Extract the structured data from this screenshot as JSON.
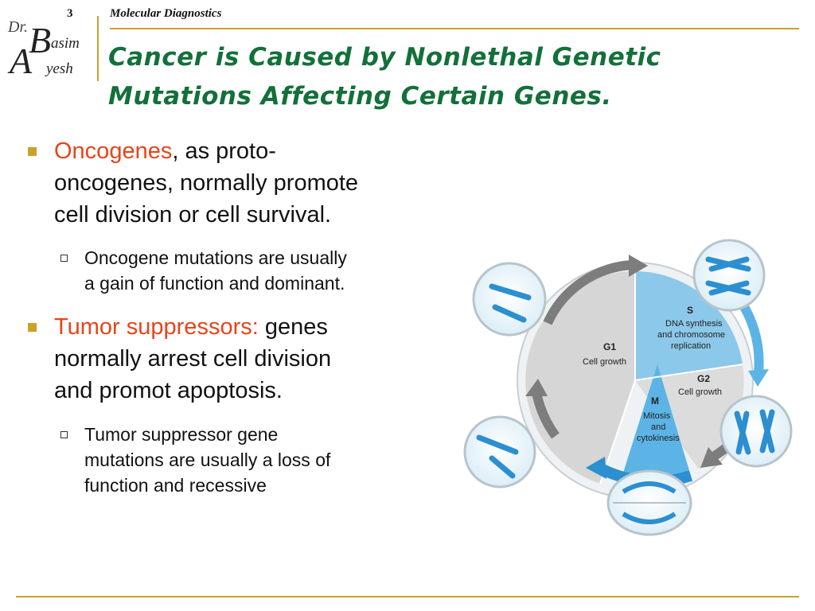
{
  "header": {
    "slide_number": "3",
    "course": "Molecular Diagnostics"
  },
  "logo": {
    "text": "Dr. Basim Ayesh"
  },
  "title": {
    "line1": "Cancer is Caused by Nonlethal Genetic",
    "line2": "Mutations Affecting Certain Genes."
  },
  "bullets": [
    {
      "highlight": "Oncogenes",
      "text_line1": ", as proto-",
      "text_line2": "oncogenes, normally promote",
      "text_line3": "cell division or cell survival.",
      "sub": {
        "line1": "Oncogene mutations are usually",
        "line2": "a gain of function and dominant."
      }
    },
    {
      "highlight": "Tumor suppressors:",
      "text_line1": " genes",
      "text_line2": "normally arrest cell division",
      "text_line3": "and promot apoptosis.",
      "sub": {
        "line1": "Tumor suppressor gene",
        "line2": "mutations are usually a loss of",
        "line3": "function and recessive"
      }
    }
  ],
  "cell_cycle": {
    "s": {
      "label": "S",
      "l1": "DNA synthesis",
      "l2": "and chromosome",
      "l3": "replication"
    },
    "g1": {
      "label": "G1",
      "l1": "Cell growth"
    },
    "g2": {
      "label": "G2",
      "l1": "Cell growth"
    },
    "m": {
      "label": "M",
      "l1": "Mitosis",
      "l2": "and",
      "l3": "cytokinesis"
    },
    "colors": {
      "gray": "#d6d6d6",
      "blue": "#8cc8ea",
      "dark_blue": "#2b8fd0",
      "gold": "#c9a227",
      "green": "#13703a",
      "red": "#e8441a"
    }
  }
}
